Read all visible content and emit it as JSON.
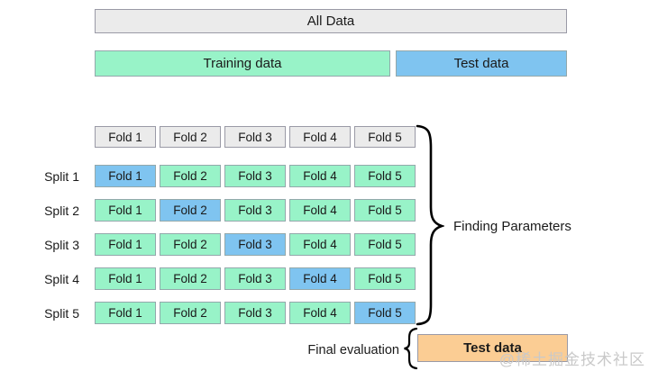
{
  "colors": {
    "gray_fill": "#ebebeb",
    "green_fill": "#98f3c8",
    "blue_fill": "#7fc4f0",
    "orange_fill": "#fbcd94",
    "gray_border": "#9a9aa6",
    "colored_border": "#93a8ab",
    "text": "#1a1a1a",
    "watermark": "#c9c9c9"
  },
  "top_bars": {
    "all_data_label": "All Data",
    "training_label": "Training data",
    "test_label": "Test data"
  },
  "fold_headers": [
    "Fold 1",
    "Fold 2",
    "Fold 3",
    "Fold 4",
    "Fold 5"
  ],
  "splits": [
    {
      "label": "Split 1",
      "folds": [
        "Fold 1",
        "Fold 2",
        "Fold 3",
        "Fold 4",
        "Fold 5"
      ],
      "test_fold_index": 0
    },
    {
      "label": "Split 2",
      "folds": [
        "Fold 1",
        "Fold 2",
        "Fold 3",
        "Fold 4",
        "Fold 5"
      ],
      "test_fold_index": 1
    },
    {
      "label": "Split 3",
      "folds": [
        "Fold 1",
        "Fold 2",
        "Fold 3",
        "Fold 4",
        "Fold 5"
      ],
      "test_fold_index": 2
    },
    {
      "label": "Split 4",
      "folds": [
        "Fold 1",
        "Fold 2",
        "Fold 3",
        "Fold 4",
        "Fold 5"
      ],
      "test_fold_index": 3
    },
    {
      "label": "Split 5",
      "folds": [
        "Fold 1",
        "Fold 2",
        "Fold 3",
        "Fold 4",
        "Fold 5"
      ],
      "test_fold_index": 4
    }
  ],
  "annotations": {
    "finding_parameters": "Finding Parameters",
    "final_evaluation": "Final evaluation",
    "final_test_label": "Test data"
  },
  "watermark": "@稀土掘金技术社区"
}
